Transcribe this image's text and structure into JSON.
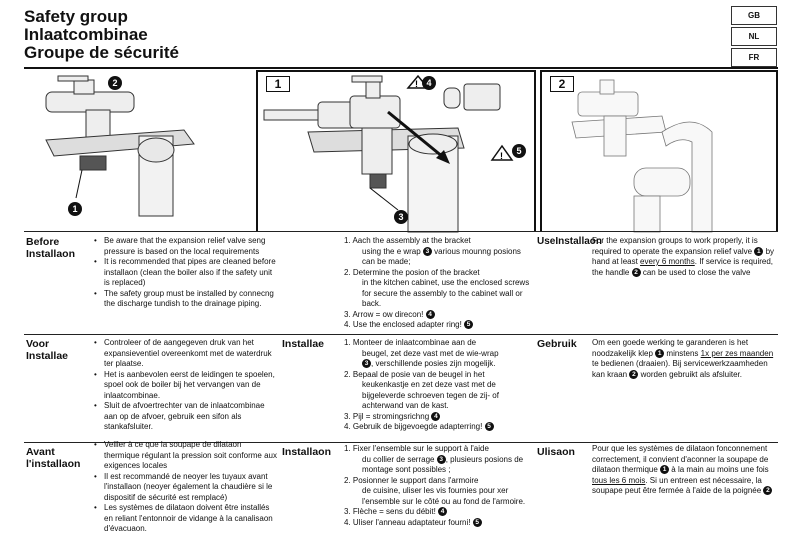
{
  "header": {
    "title_en": "Safety group",
    "title_nl": "Inlaatcombinae",
    "title_fr": "Groupe de sécurité",
    "lang": [
      "GB",
      "NL",
      "FR"
    ]
  },
  "figures": {
    "fig1": "1",
    "fig2": "2",
    "c1": "1",
    "c2": "2",
    "c3": "3",
    "c4": "4",
    "c5": "5"
  },
  "gb": {
    "heading": "Before Installaon",
    "bullets": [
      "Be aware that the expansion relief valve seng pressure is based on the local requirements",
      "It is recommended that pipes are cleaned before installaon (clean  the boiler also if the safety unit is replaced)",
      "The safety group must be installed by connecng the discharge tundish to the drainage piping."
    ],
    "steps": [
      "1. Aach the assembly at the bracket",
      "using the e wrap",
      "various mounng posions can be made;",
      "2. Determine the posion of the bracket",
      "in the kitchen cabinet, use the enclosed screws for secure the assembly to the cabinet wall or back.",
      "3. Arrow = ow direcon!",
      "4. Use the enclosed adapter ring!"
    ],
    "use_heading": "UseInstallaon",
    "use": [
      "For the expansion groups to work properly, it is required to operate the expansion relief valve",
      "by hand at least",
      "every 6 months",
      "If service is required, the handle",
      "can be used to close the valve"
    ]
  },
  "nl": {
    "heading": "Voor Installae",
    "install": "Installae",
    "use_heading": "Gebruik",
    "bullets": [
      "Controleer of de aangegeven druk van het expansieventiel overeenkomt met de waterdruk ter plaatse.",
      "Het is aanbevolen eerst de leidingen te spoelen, spoel ook de boiler bij het vervangen van de inlaatcombinae.",
      "Sluit de afvoertrechter van de inlaatcombinae aan op de afvoer, gebruik een sifon als stankafsluiter."
    ],
    "steps": [
      "1. Monteer de inlaatcombinae aan de",
      "beugel, zet deze vast met de wie-wrap",
      ", verschillende posies zijn mogelijk.",
      "2. Bepaal de posie van de beugel in het",
      "keukenkastje en zet deze vast met de bijgeleverde schroeven tegen de zij- of achterwand van de kast.",
      "3. Pijl = stromingsrichng",
      "4. Gebruik de bijgevoegde adapterring!"
    ],
    "use": [
      "Om een goede werking te garanderen is het noodzakelijk klep",
      "minstens",
      "1x per zes maanden",
      "te bedienen (draaien). Bij servicewerkzaamheden kan kraan",
      "worden gebruikt als afsluiter."
    ]
  },
  "fr": {
    "heading": "Avant l'installaon",
    "install": "Installaon",
    "use_heading": "Ulisaon",
    "bullets": [
      "Veiller à ce que la soupape de dilataon thermique régulant la pression soit conforme aux exigences locales",
      "Il est recommandé de neoyer les tuyaux avant l'installaon (neoyer également la chaudière si le dispositif de sécurité est remplacé)",
      "Les systèmes de dilataon doivent être installés en reliant l'entonnoir de vidange à la canalisaon d'évacuaon."
    ],
    "steps": [
      "1. Fixer l'ensemble sur le support à l'aide",
      "du collier de serrage",
      ", plusieurs posions de montage sont possibles ;",
      "2. Posionner le support dans l'armoire",
      "de cuisine, uliser les vis fournies pour xer l'ensemble sur le côté ou au fond de l'armoire.",
      "3. Flèche = sens du débit!",
      "4.    Uliser l'anneau adaptateur fourni!"
    ],
    "use": [
      "Pour que les systèmes de dilataon fonconnement correctement, il convient d'aconner la soupape de dilataon thermique",
      "à la main au moins une fois",
      "tous les 6 mois",
      ". Si un entreen est nécessaire, la soupape peut être fermée à l'aide de la poignée"
    ]
  }
}
